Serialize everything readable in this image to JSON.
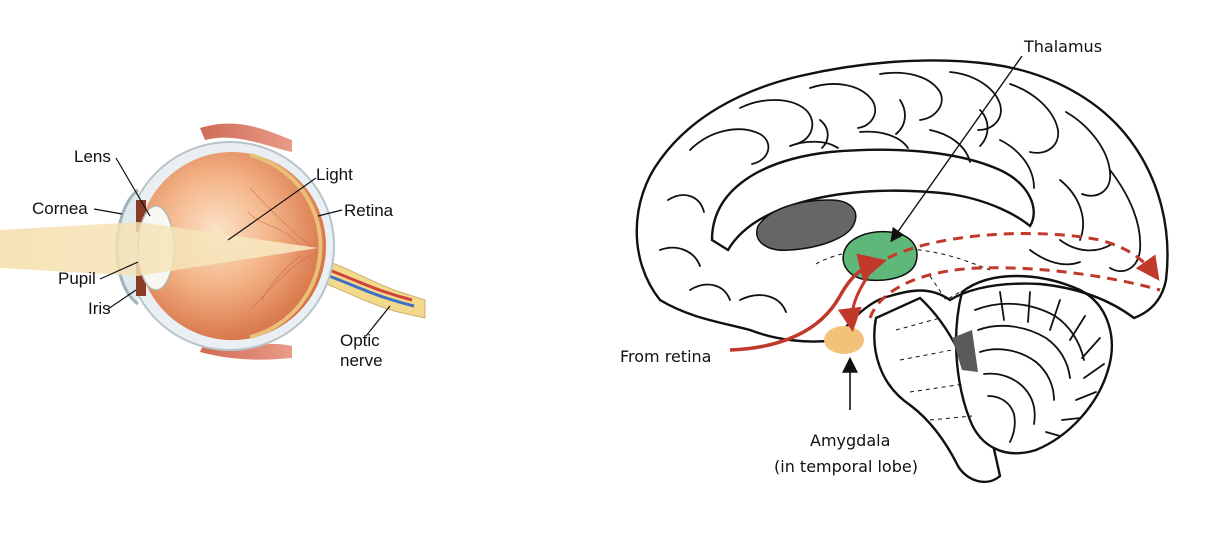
{
  "eye": {
    "labels": {
      "lens": "Lens",
      "cornea": "Cornea",
      "pupil": "Pupil",
      "iris": "Iris",
      "light": "Light",
      "retina": "Retina",
      "optic_line1": "Optic",
      "optic_line2": "nerve"
    }
  },
  "brain": {
    "labels": {
      "thalamus": "Thalamus",
      "from_retina": "From retina",
      "amygdala_line1": "Amygdala",
      "amygdala_line2": "(in temporal lobe)"
    }
  },
  "colors": {
    "eyeball": "#f0a878",
    "eyeball_dark": "#d9784a",
    "light_beam": "#f6e2b0",
    "thalamus": "#5fb87a",
    "amygdala": "#f2c27a",
    "pathway": "#c0392b",
    "ventricle": "#666666"
  }
}
